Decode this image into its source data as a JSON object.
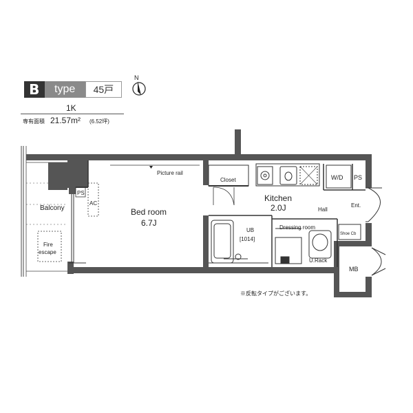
{
  "header": {
    "type_letter": "B",
    "type_word": "type",
    "unit_count": "45戸",
    "layout": "1K",
    "area_label": "専有面積",
    "area_value": "21.57m²",
    "area_tsubo": "(6.52坪)",
    "north_label": "N"
  },
  "rooms": {
    "balcony": "Balcony",
    "fire_escape_1": "Fire",
    "fire_escape_2": "escape",
    "ps_left": "PS",
    "ac": "AC",
    "picture_rail": "Picture rail",
    "bedroom": "Bed room",
    "bedroom_size": "6.7J",
    "closet": "Closet",
    "kitchen": "Kitchen",
    "kitchen_size": "2.0J",
    "wd": "W/D",
    "ps_right": "PS",
    "ent": "Ent.",
    "hall": "Hall",
    "ub": "UB",
    "ub_size": "[1014]",
    "dressing": "Dressing room",
    "shoe": "Shoe Cb",
    "urack": "U.Rack",
    "mb": "MB"
  },
  "note": "※反転タイプがございます。"
}
